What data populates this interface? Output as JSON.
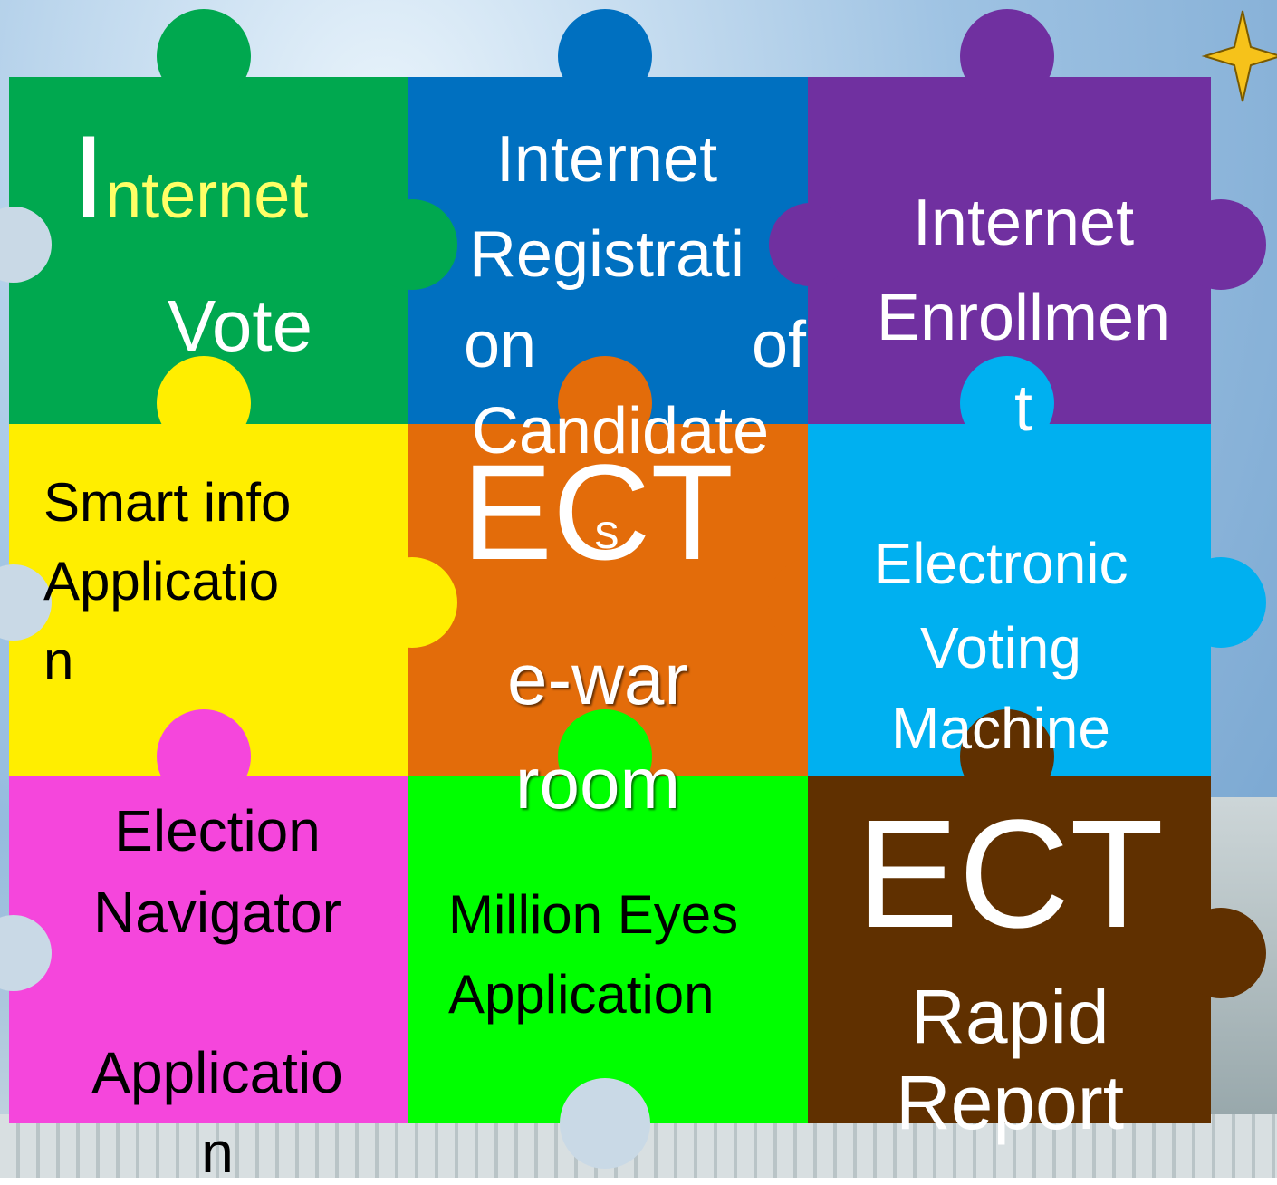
{
  "pieces": {
    "internet_vote": {
      "initial": "I",
      "rest": "nternet",
      "line2": "Vote",
      "color": "#00a84f"
    },
    "internet_registration": {
      "line1": "Internet",
      "line2": "Registrati",
      "line3a": "on",
      "line3b": "of",
      "line4": "Candidate",
      "line5": "s",
      "color": "#0070c0"
    },
    "internet_enrollment": {
      "line1": "Internet",
      "line2": "Enrollmen",
      "line3": "t",
      "color": "#7030a0"
    },
    "smart_info": {
      "line1": "Smart info",
      "line2": "Applicatio",
      "line3": "n",
      "color": "#ffee00"
    },
    "ect_war_room": {
      "line1": "ECT",
      "line2": "e-war",
      "line3": "room",
      "color": "#e36c0a"
    },
    "evm": {
      "line1": "Electronic",
      "line2": "Voting",
      "line3": "Machine",
      "color": "#00b0f0"
    },
    "election_navigator": {
      "line1": "Election",
      "line2": "Navigator",
      "line3": "Applicatio",
      "line4": "n",
      "color": "#f546dc"
    },
    "million_eyes": {
      "line1": "Million Eyes",
      "line2": "Application",
      "color": "#00ff00"
    },
    "rapid_report": {
      "line1": "ECT",
      "line2": "Rapid",
      "line3": "Report",
      "color": "#603000"
    }
  },
  "accent_colors": {
    "internet_rest": "#ffff66",
    "star": "#f6c21a"
  },
  "icons": [
    "star-icon"
  ]
}
